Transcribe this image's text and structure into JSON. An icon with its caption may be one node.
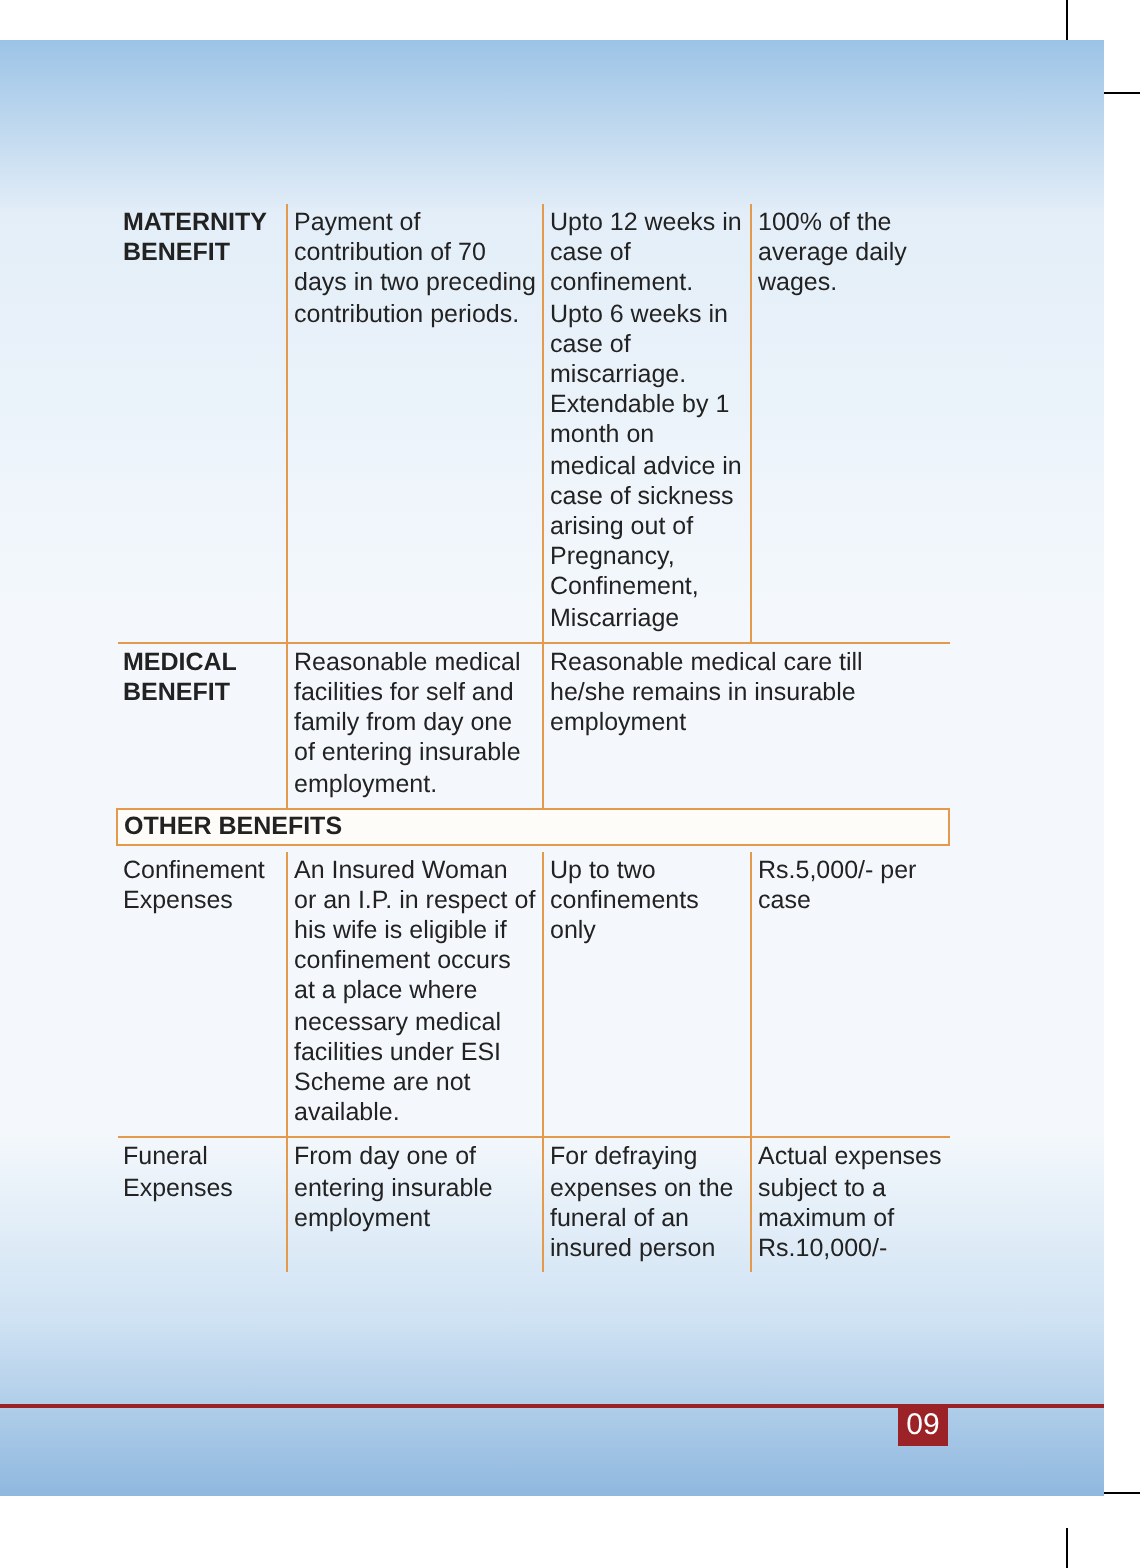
{
  "diagram": {
    "labels": [
      "MATERNITY BENEFIT",
      "Payment of contribution of 70 days in two preceding contribution periods.",
      "Upto 12 weeks in case of confinement. Upto 6 weeks in case of miscarriage. Extendable by 1 month on medical advice in case of sickness arising out of Pregnancy, Confinement, Miscarriage",
      "100% of the average daily wages.",
      "MEDICAL BENEFIT",
      "Reasonable medical facilities for self and family from day one of entering insurable employment.",
      "Reasonable medical care till he/she remains in insurable employment",
      "OTHER BENEFITS",
      "Confinement Expenses",
      "An Insured Woman or an I.P. in respect of his wife is eligible if confinement occurs at a place where necessary medical facilities under ESI Scheme are not available.",
      "Up to two confinements only",
      "Rs.5,000/- per case",
      "Funeral Expenses",
      "From day one of entering insurable employment",
      "For defraying expenses on the funeral of an insured person",
      "Actual expenses subject to a maximum of Rs.10,000/-",
      "09"
    ]
  }
}
